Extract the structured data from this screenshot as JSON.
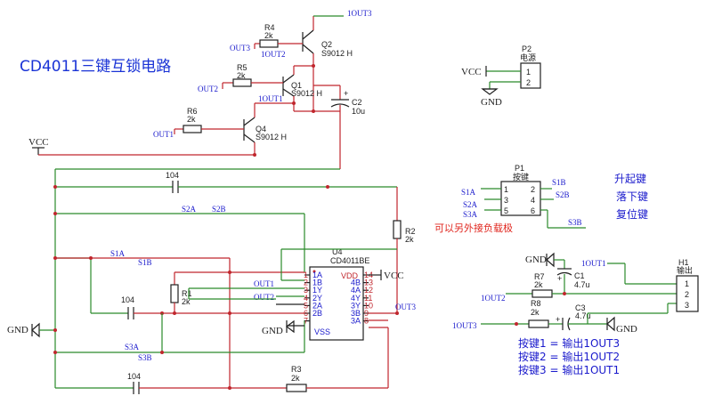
{
  "title": "CD4011三键互锁电路",
  "warning": "可以另外接负载极",
  "button_functions": [
    "升起键",
    "落下键",
    "复位键"
  ],
  "output_mapping": [
    "按键1 = 输出1OUT3",
    "按键2 = 输出1OUT2",
    "按键3 = 输出1OUT1"
  ],
  "power": {
    "vcc": "VCC",
    "gnd": "GND"
  },
  "nets": {
    "out1_top": "1OUT3",
    "out2_top": "1OUT2",
    "out3_top": "1OUT1",
    "out3": "OUT3",
    "out2": "OUT2",
    "out1": "OUT1",
    "s1a": "S1A",
    "s1b": "S1B",
    "s2a": "S2A",
    "s2b": "S2B",
    "s3a": "S3A",
    "s3b": "S3B",
    "h_1out1": "1OUT1",
    "h_1out2": "1OUT2",
    "h_1out3": "1OUT3"
  },
  "components": {
    "r4": {
      "ref": "R4",
      "value": "2k"
    },
    "r5": {
      "ref": "R5",
      "value": "2k"
    },
    "r6": {
      "ref": "R6",
      "value": "2k"
    },
    "q1": {
      "ref": "Q1",
      "value": "S9012 H"
    },
    "q2": {
      "ref": "Q2",
      "value": "S9012 H"
    },
    "q4": {
      "ref": "Q4",
      "value": "S9012 H"
    },
    "c2": {
      "ref": "C2",
      "value": "10u",
      "pol": "+"
    },
    "c_top": {
      "value": "104"
    },
    "c_mid": {
      "value": "104"
    },
    "c_bot": {
      "value": "104"
    },
    "r1": {
      "ref": "R1",
      "value": "2k"
    },
    "r2": {
      "ref": "R2",
      "value": "2k"
    },
    "r3": {
      "ref": "R3",
      "value": "2k"
    },
    "r7": {
      "ref": "R7",
      "value": "2k"
    },
    "r8": {
      "ref": "R8",
      "value": "2k"
    },
    "c1": {
      "ref": "C1",
      "value": "4.7u",
      "pol": "+"
    },
    "c3": {
      "ref": "C3",
      "value": "4.7u",
      "pol": "+"
    },
    "u4": {
      "ref": "U4",
      "part": "CD4011BE",
      "vdd": "VDD",
      "vss": "VSS",
      "left_pins": [
        {
          "num": "1",
          "name": "1A"
        },
        {
          "num": "2",
          "name": "1B"
        },
        {
          "num": "3",
          "name": "1Y"
        },
        {
          "num": "4",
          "name": "2Y"
        },
        {
          "num": "5",
          "name": "2A"
        },
        {
          "num": "6",
          "name": "2B"
        },
        {
          "num": "7",
          "name": ""
        }
      ],
      "right_pins": [
        {
          "num": "14",
          "name": ""
        },
        {
          "num": "13",
          "name": "4B"
        },
        {
          "num": "12",
          "name": "4A"
        },
        {
          "num": "11",
          "name": "4Y"
        },
        {
          "num": "10",
          "name": "3Y"
        },
        {
          "num": "9",
          "name": "3B"
        },
        {
          "num": "8",
          "name": "3A"
        }
      ]
    },
    "p2": {
      "ref": "P2",
      "name": "电源",
      "pins": [
        "1",
        "2"
      ]
    },
    "p1": {
      "ref": "P1",
      "name": "按键",
      "left_pins": [
        "1",
        "3",
        "5"
      ],
      "right_pins": [
        "2",
        "4",
        "6"
      ]
    },
    "h1": {
      "ref": "H1",
      "name": "输出",
      "pins": [
        "1",
        "2",
        "3"
      ]
    }
  }
}
